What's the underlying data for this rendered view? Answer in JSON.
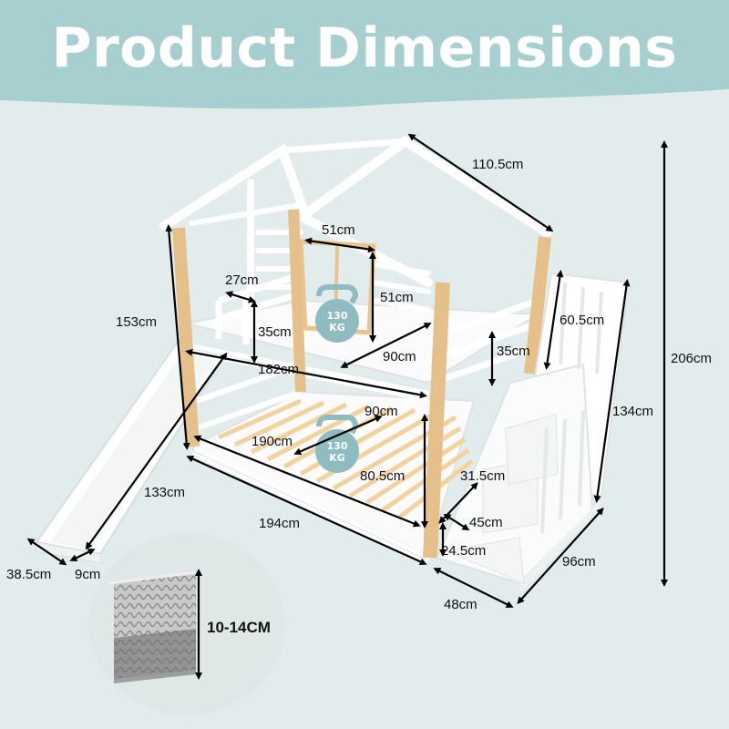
{
  "title": "Product Dimensions",
  "colors": {
    "header": "#a7cfcf",
    "background": "#e3ecec",
    "frame": "#ffffff",
    "wood": "#e8c58e",
    "weight_badge": "#8fbcc0"
  },
  "weight_badges": [
    {
      "value": "130",
      "unit": "KG",
      "icon": "kettlebell-icon"
    },
    {
      "value": "130",
      "unit": "KG",
      "icon": "kettlebell-icon"
    }
  ],
  "dimensions": {
    "roof_depth": "110.5cm",
    "window_width": "51cm",
    "window_height": "51cm",
    "top_entry_width": "27cm",
    "top_rail_left_height": "35cm",
    "top_rail_right_height": "35cm",
    "top_bunk_depth": "90cm",
    "top_bunk_length": "182cm",
    "left_post_height": "153cm",
    "side_rail_height": "60.5cm",
    "total_height": "206cm",
    "stair_height": "134cm",
    "bottom_bunk_depth": "90cm",
    "bottom_bunk_length": "190cm",
    "bottom_clearance": "80.5cm",
    "stair_step_height": "31.5cm",
    "stair_step_depth": "45cm",
    "stair_step_width": "24.5cm",
    "slide_length": "133cm",
    "overall_length": "194cm",
    "stair_length": "96cm",
    "stair_width": "48cm",
    "slide_width": "38.5cm",
    "slide_height": "9cm",
    "mattress_thickness": "10-14CM"
  }
}
